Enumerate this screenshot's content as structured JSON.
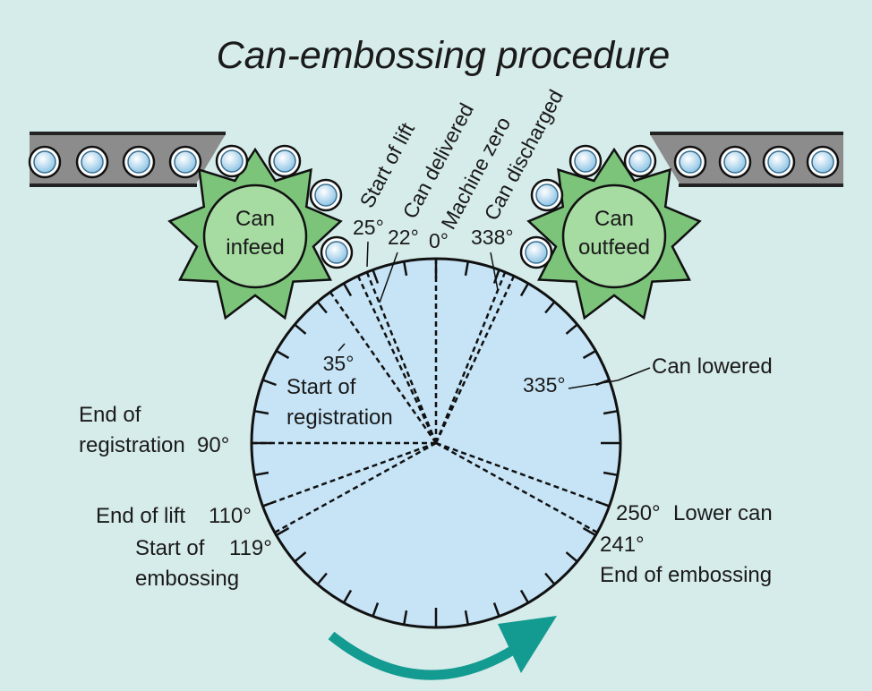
{
  "title": "Can-embossing procedure",
  "colors": {
    "background": "#d6ecea",
    "dial_fill": "#c6e4f6",
    "star_fill": "#7bc47a",
    "hub_fill": "#a6dba2",
    "conveyor_fill": "#8c8c8c",
    "can_fill": "#dff1fb",
    "arrow": "#139b91"
  },
  "stations": {
    "infeed_line1": "Can",
    "infeed_line2": "infeed",
    "outfeed_line1": "Can",
    "outfeed_line2": "outfeed"
  },
  "radial_labels": {
    "start_of_lift": "Start of lift",
    "can_delivered": "Can delivered",
    "machine_zero": "Machine zero",
    "can_discharged": "Can discharged"
  },
  "angles": {
    "a25": "25°",
    "a22": "22°",
    "a0": "0°",
    "a338": "338°",
    "a35": "35°",
    "a335": "335°",
    "a90": "90°",
    "a110": "110°",
    "a119": "119°",
    "a250": "250°",
    "a241": "241°"
  },
  "event_labels": {
    "start_of_registration_1": "Start of",
    "start_of_registration_2": "registration",
    "can_lowered": "Can lowered",
    "end_of_registration_1": "End of",
    "end_of_registration_2": "registration",
    "end_of_lift": "End of lift",
    "start_of_embossing_1": "Start of",
    "start_of_embossing_2": "embossing",
    "lower_can": "Lower can",
    "end_of_embossing": "End of embossing"
  }
}
